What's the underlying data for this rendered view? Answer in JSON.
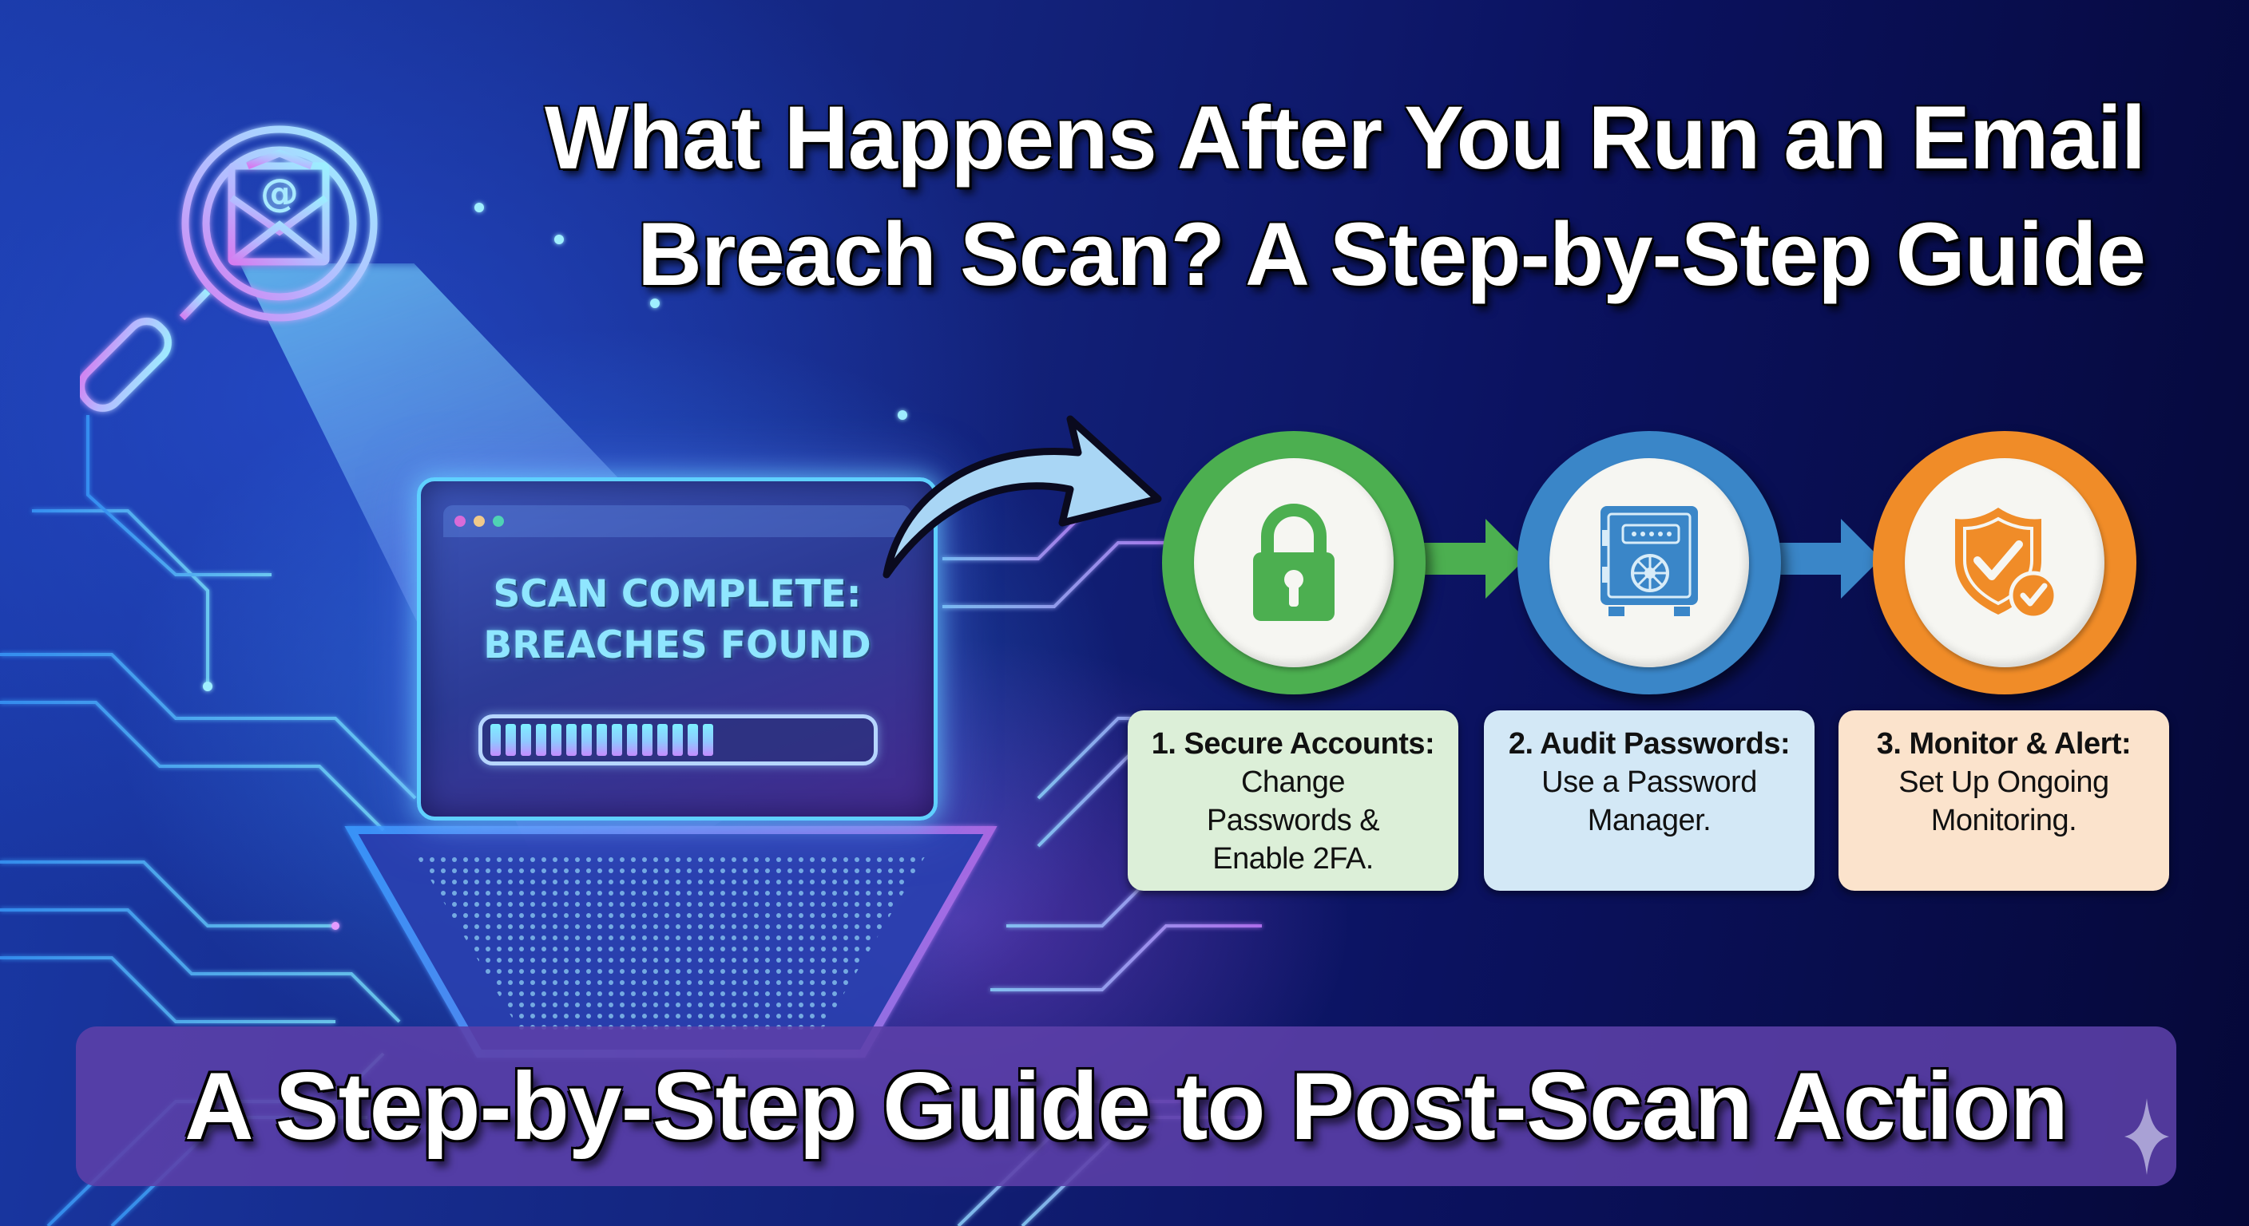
{
  "title": {
    "line1": "What Happens After You Run an Email",
    "line2": "Breach Scan? A Step-by-Step Guide"
  },
  "hero": {
    "magnifier_icon": "magnifier-with-email-at-icon",
    "window": {
      "status_line1": "SCAN COMPLETE:",
      "status_line2": "BREACHES FOUND",
      "progress_filled_segments": 15,
      "progress_total_segments": 20,
      "window_dots": [
        "#d86bd8",
        "#f0c98a",
        "#4fd3b4"
      ]
    },
    "arrow_icon": "curved-arrow-right-icon"
  },
  "steps": [
    {
      "number": "1",
      "heading": "1. Secure Accounts:",
      "body": [
        "Change",
        "Passwords &",
        "Enable 2FA."
      ],
      "icon": "padlock-icon",
      "color": "#4caf50",
      "card_bg": "#dcefd8"
    },
    {
      "number": "2",
      "heading": "2. Audit Passwords:",
      "body": [
        "Use a Password",
        "Manager."
      ],
      "icon": "safe-vault-icon",
      "color": "#3a86c8",
      "card_bg": "#d3e8f6"
    },
    {
      "number": "3",
      "heading": "3. Monitor & Alert:",
      "body": [
        "Set Up Ongoing",
        "Monitoring."
      ],
      "icon": "shield-check-icon",
      "color": "#f08c28",
      "card_bg": "#fbe3cc"
    }
  ],
  "banner": {
    "text": "A Step-by-Step Guide to Post-Scan Action",
    "sparkle_icon": "sparkle-icon"
  },
  "colors": {
    "background_dark": "#0b1260",
    "background_light": "#1a3aa8",
    "cyan_glow": "#5fd0ff",
    "violet_glow": "#c58cff",
    "banner_bg": "#5c40a8"
  }
}
